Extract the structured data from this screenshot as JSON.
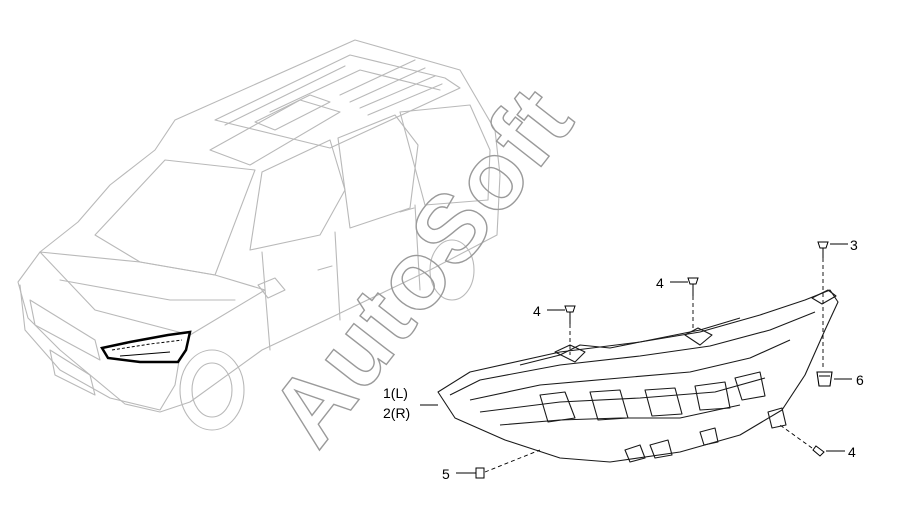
{
  "watermark": "AutoSoft",
  "callouts": {
    "c1": "1(L)",
    "c2": "2(R)",
    "c3": "3",
    "c4a": "4",
    "c4b": "4",
    "c4c": "4",
    "c5": "5",
    "c6": "6"
  }
}
